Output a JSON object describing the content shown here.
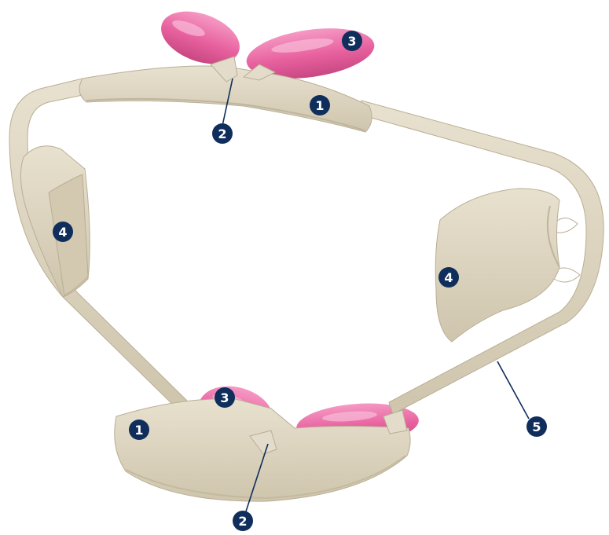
{
  "colors": {
    "frame": "#ddd5c1",
    "frame_shade": "#c3b9a2",
    "pad": "#e96aa8",
    "pad_highlight": "#f6a6cc",
    "badge": "#0f2e5c",
    "leader": "#0f2e5c"
  },
  "callouts": {
    "top_clip": "1",
    "top_hinge": "2",
    "top_right_pad": "3",
    "left_cheek_guard": "4",
    "right_cheek_guard": "4",
    "bottom_pad": "3",
    "bottom_clip": "1",
    "bottom_hinge": "2",
    "frame_wire": "5"
  }
}
